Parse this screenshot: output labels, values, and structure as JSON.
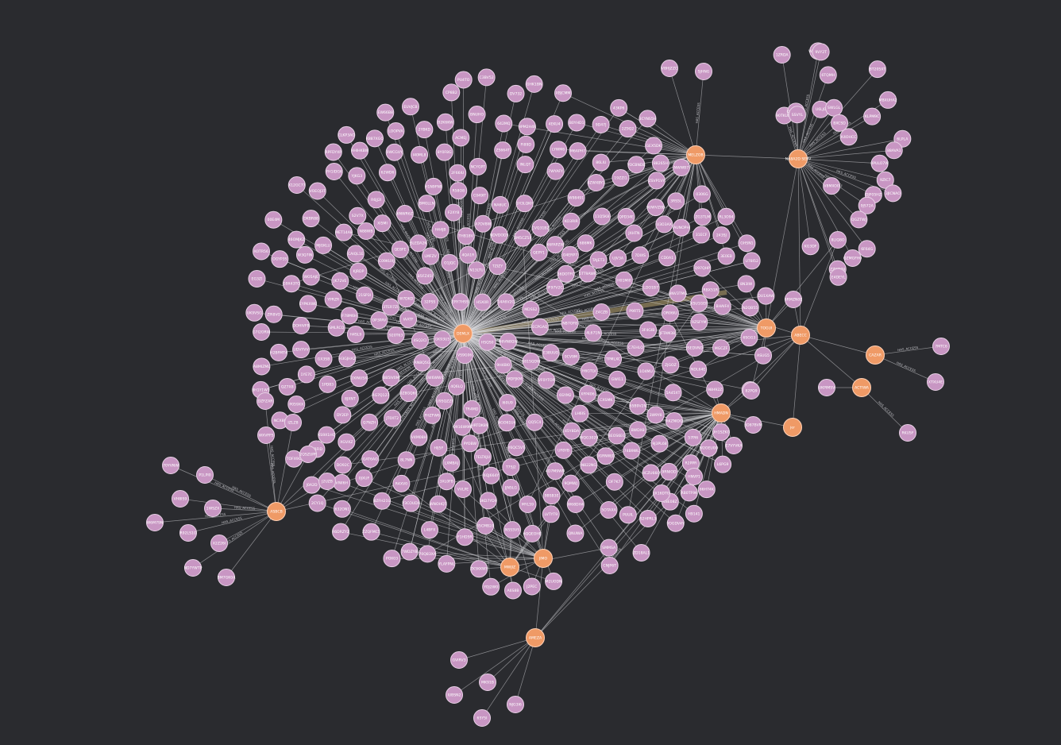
{
  "graph": {
    "edge_label": "HAS_ACCESS",
    "colors": {
      "background": "#2a2b2f",
      "user_node": "#c896c3",
      "host_node": "#ef9a66",
      "edge": "#d8d8dc",
      "highlight_edge": "#b7a36b"
    },
    "hosts": [
      {
        "id": "h_center",
        "label": "DEMLX"
      },
      {
        "id": "h_topright",
        "label": "MELZOB"
      },
      {
        "id": "h_farright",
        "label": "NA8A2D SERV"
      },
      {
        "id": "h_mid1",
        "label": "TOGUI"
      },
      {
        "id": "h_mid2",
        "label": "ABECC"
      },
      {
        "id": "h_mid3",
        "label": "HMADN"
      },
      {
        "id": "h_cazar",
        "label": "CAZAR"
      },
      {
        "id": "h_actiwa",
        "label": "ACTIWA"
      },
      {
        "id": "h_jer",
        "label": "jer"
      },
      {
        "id": "h_left",
        "label": "ASBCB"
      },
      {
        "id": "h_bot1",
        "label": "MWJIZ"
      },
      {
        "id": "h_bot2",
        "label": "JIMO"
      },
      {
        "id": "h_bot3",
        "label": "AMEZA"
      }
    ]
  }
}
